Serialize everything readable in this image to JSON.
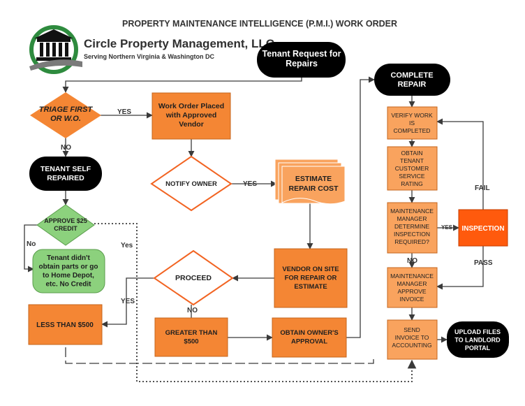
{
  "title": "PROPERTY MAINTENANCE INTELLIGENCE (P.M.I.) WORK ORDER",
  "company": {
    "name": "Circle Property Management, LLC",
    "tagline": "Serving Northern Virginia & Washington DC"
  },
  "nodes": {
    "tenant_request": [
      "Tenant Request for",
      "Repairs"
    ],
    "triage": [
      "TRIAGE FIRST",
      "OR W.O."
    ],
    "work_order": [
      "Work Order Placed",
      "with Approved",
      "Vendor"
    ],
    "tenant_self": [
      "TENANT SELF",
      "REPAIRED"
    ],
    "notify_owner": [
      "NOTIFY OWNER"
    ],
    "estimate": [
      "ESTIMATE",
      "REPAIR COST"
    ],
    "approve25": [
      "APPROVE $25",
      "CREDIT"
    ],
    "tenant_didnt": [
      "Tenant didn't",
      "obtain parts or go",
      "to Home Depot,",
      "etc. No Credit"
    ],
    "proceed": [
      "PROCEED"
    ],
    "vendor_onsite": [
      "VENDOR ON SITE",
      "FOR REPAIR OR",
      "ESTIMATE"
    ],
    "less500": [
      "LESS THAN $500"
    ],
    "greater500": [
      "GREATER THAN",
      "$500"
    ],
    "obtain_approval": [
      "OBTAIN OWNER'S",
      "APPROVAL"
    ],
    "complete_repair": [
      "COMPLETE",
      "REPAIR"
    ],
    "verify": [
      "VERIFY WORK",
      "IS",
      "COMPLETED"
    ],
    "rating": [
      "OBTAIN",
      "TENANT",
      "CUSTOMER",
      "SERVICE",
      "RATING"
    ],
    "mm_determine": [
      "MAINTENANCE",
      "MANAGER",
      "DETERMINE",
      "INSPECTION",
      "REQUIRED?"
    ],
    "inspection": [
      "INSPECTION"
    ],
    "mm_approve": [
      "MAINTENANCE",
      "MANAGER",
      "APPROVE",
      "INVOICE"
    ],
    "send_invoice": [
      "SEND",
      "INVOICE TO",
      "ACCOUNTING"
    ],
    "upload": [
      "UPLOAD FILES",
      "TO LANDLORD",
      "PORTAL"
    ]
  },
  "edge_labels": {
    "triage_yes": "YES",
    "triage_no": "NO",
    "notify_yes": "YES",
    "approve_no": "No",
    "approve_yes": "Yes",
    "proceed_yes": "YES",
    "proceed_no": "NO",
    "inspection_yes": "YES",
    "inspection_fail": "FAIL",
    "inspection_pass": "PASS",
    "determine_no": "NO"
  },
  "colors": {
    "orange_dark": "#f48634",
    "orange_light": "#f9a35e",
    "orange_red": "#ff5a0d",
    "green": "#8cd17d",
    "black": "#000000",
    "logo_green": "#2e8b3e"
  }
}
